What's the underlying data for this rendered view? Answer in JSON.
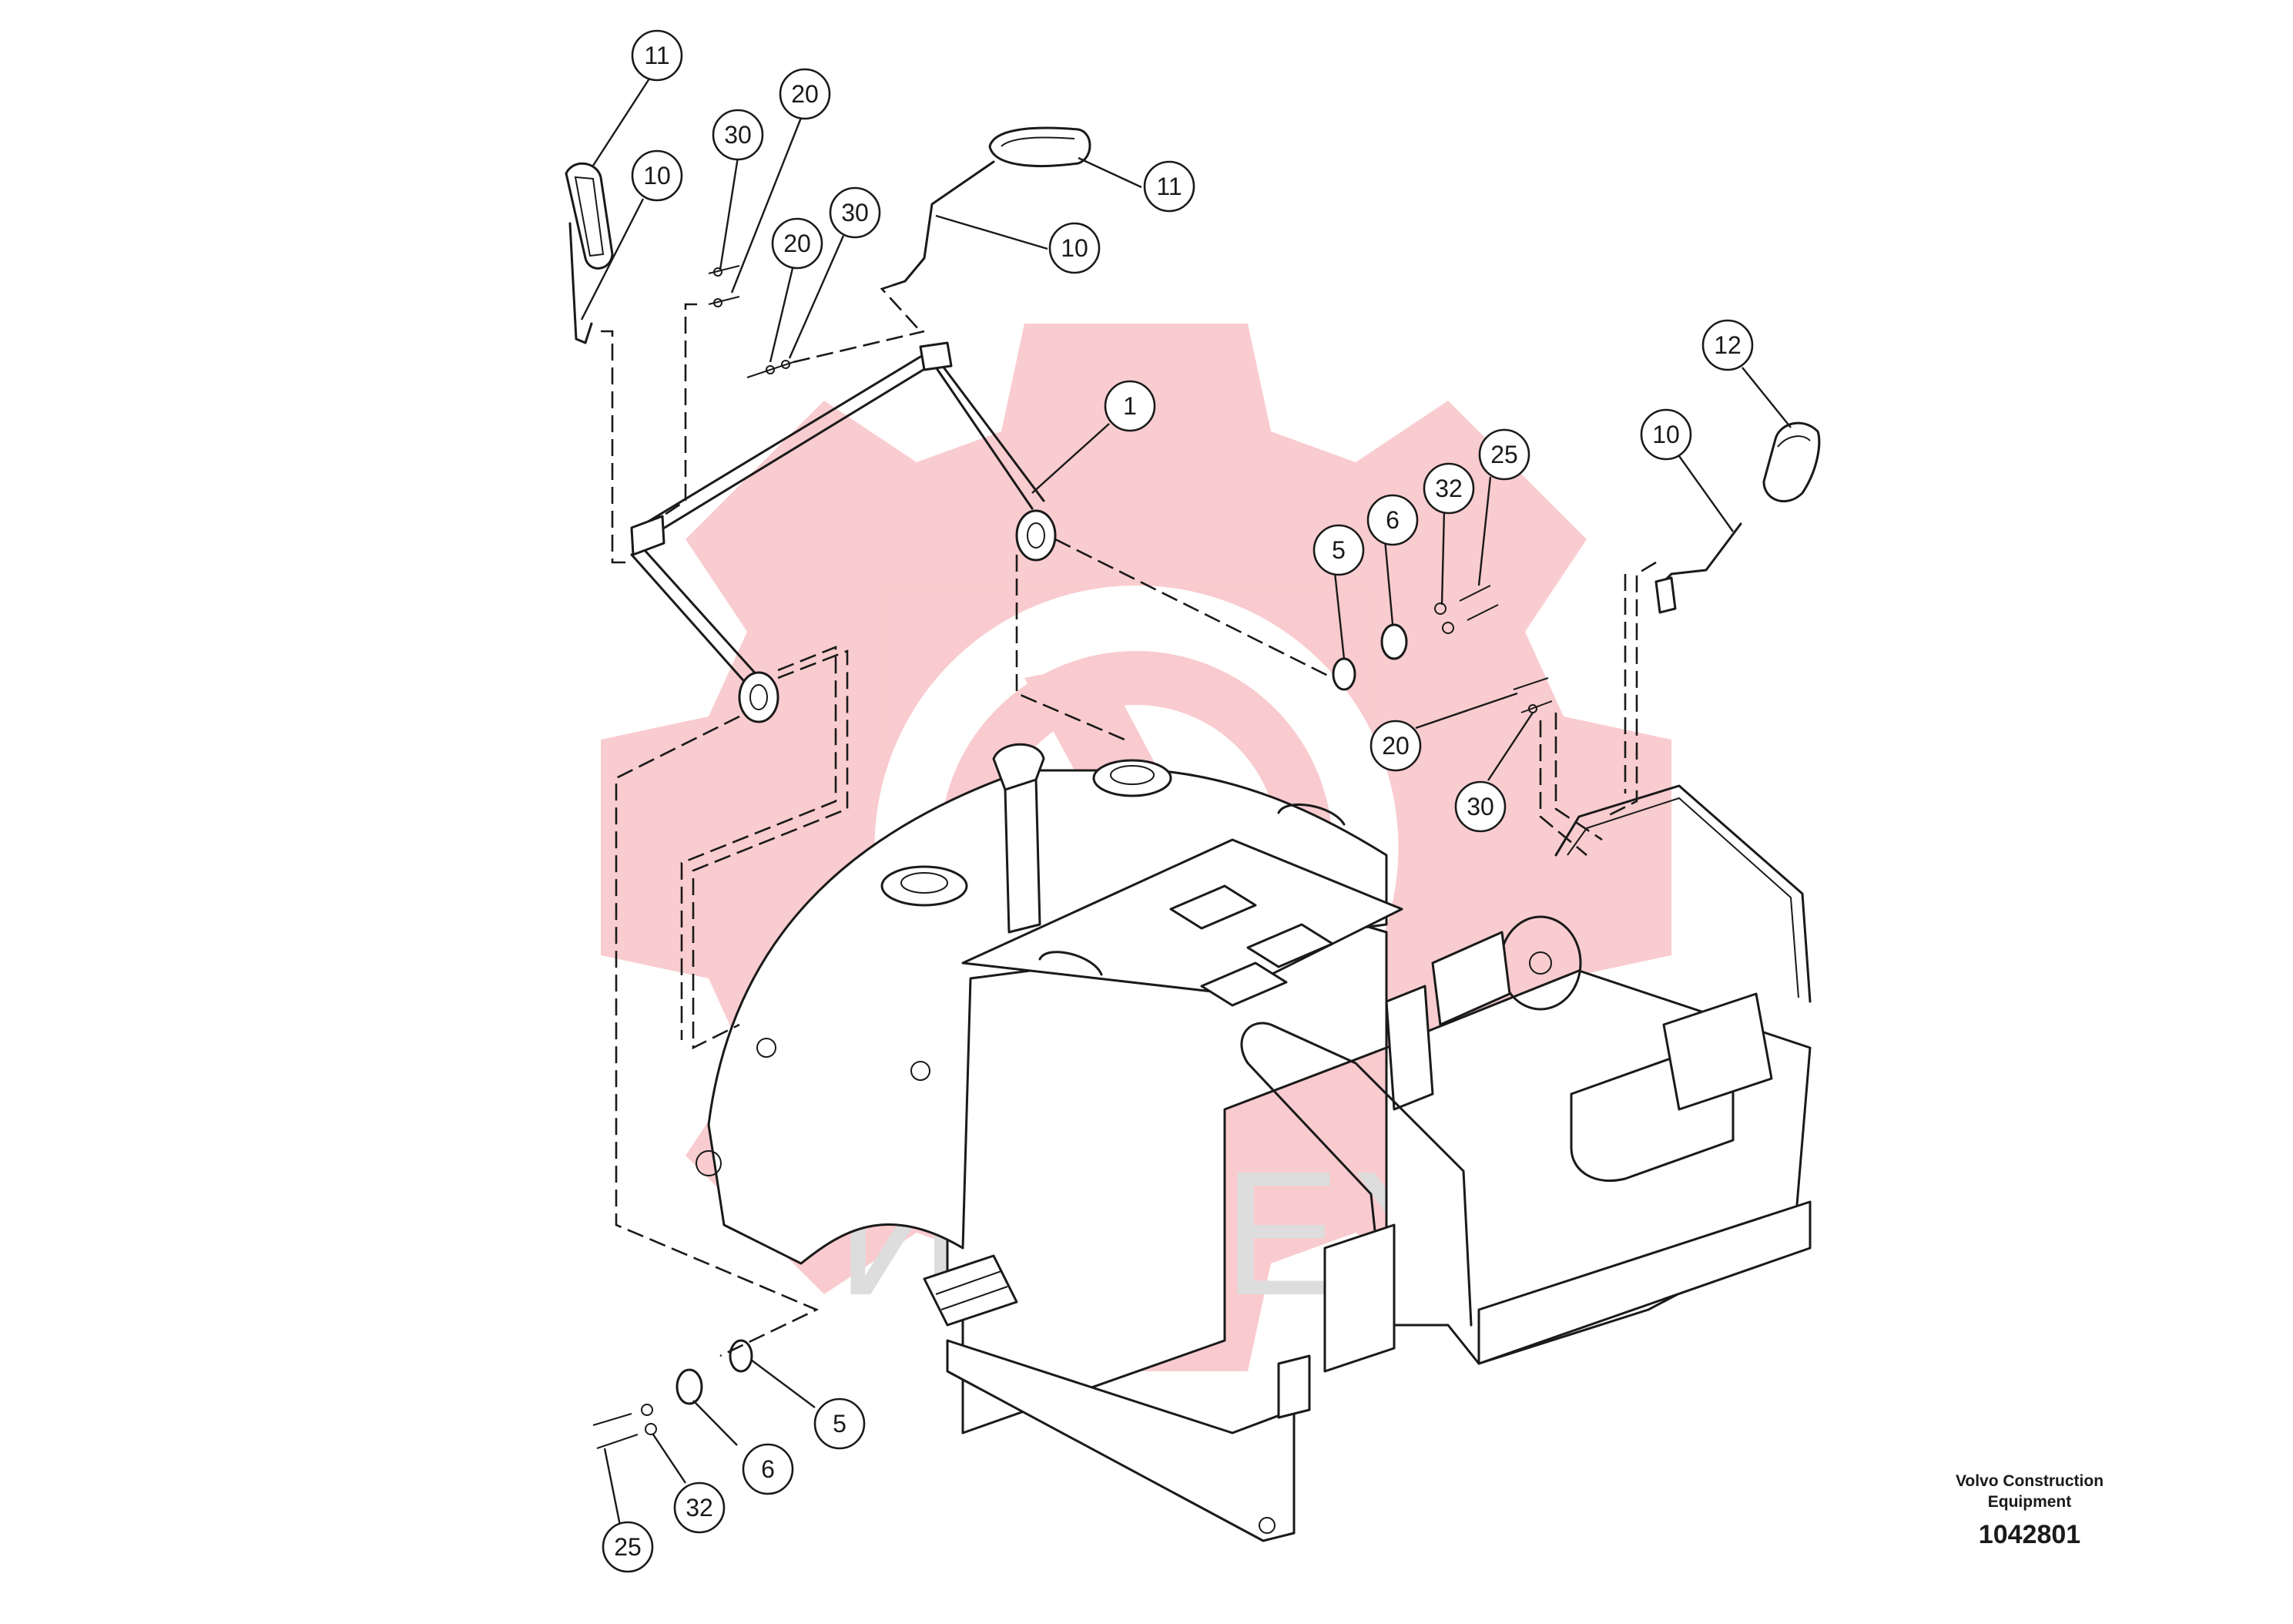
{
  "callouts": [
    {
      "id": "c-11-left",
      "label": "11"
    },
    {
      "id": "c-10-left",
      "label": "10"
    },
    {
      "id": "c-30-upper-left",
      "label": "30"
    },
    {
      "id": "c-20-upper-left",
      "label": "20"
    },
    {
      "id": "c-20-upper-mid",
      "label": "20"
    },
    {
      "id": "c-30-upper-mid",
      "label": "30"
    },
    {
      "id": "c-11-right",
      "label": "11"
    },
    {
      "id": "c-10-mid",
      "label": "10"
    },
    {
      "id": "c-1",
      "label": "1"
    },
    {
      "id": "c-12",
      "label": "12"
    },
    {
      "id": "c-10-right",
      "label": "10"
    },
    {
      "id": "c-25-upper",
      "label": "25"
    },
    {
      "id": "c-32-upper",
      "label": "32"
    },
    {
      "id": "c-6-upper",
      "label": "6"
    },
    {
      "id": "c-5-upper",
      "label": "5"
    },
    {
      "id": "c-20-right",
      "label": "20"
    },
    {
      "id": "c-30-right",
      "label": "30"
    },
    {
      "id": "c-5-lower",
      "label": "5"
    },
    {
      "id": "c-6-lower",
      "label": "6"
    },
    {
      "id": "c-32-lower",
      "label": "32"
    },
    {
      "id": "c-25-lower",
      "label": "25"
    }
  ],
  "footer": {
    "maker_line1": "Volvo Construction",
    "maker_line2": "Equipment",
    "reference": "1042801"
  },
  "watermark": {
    "text": "ИНТЕХ",
    "gear_color": "#f9c9cc",
    "text_color": "#dcdcdc"
  }
}
